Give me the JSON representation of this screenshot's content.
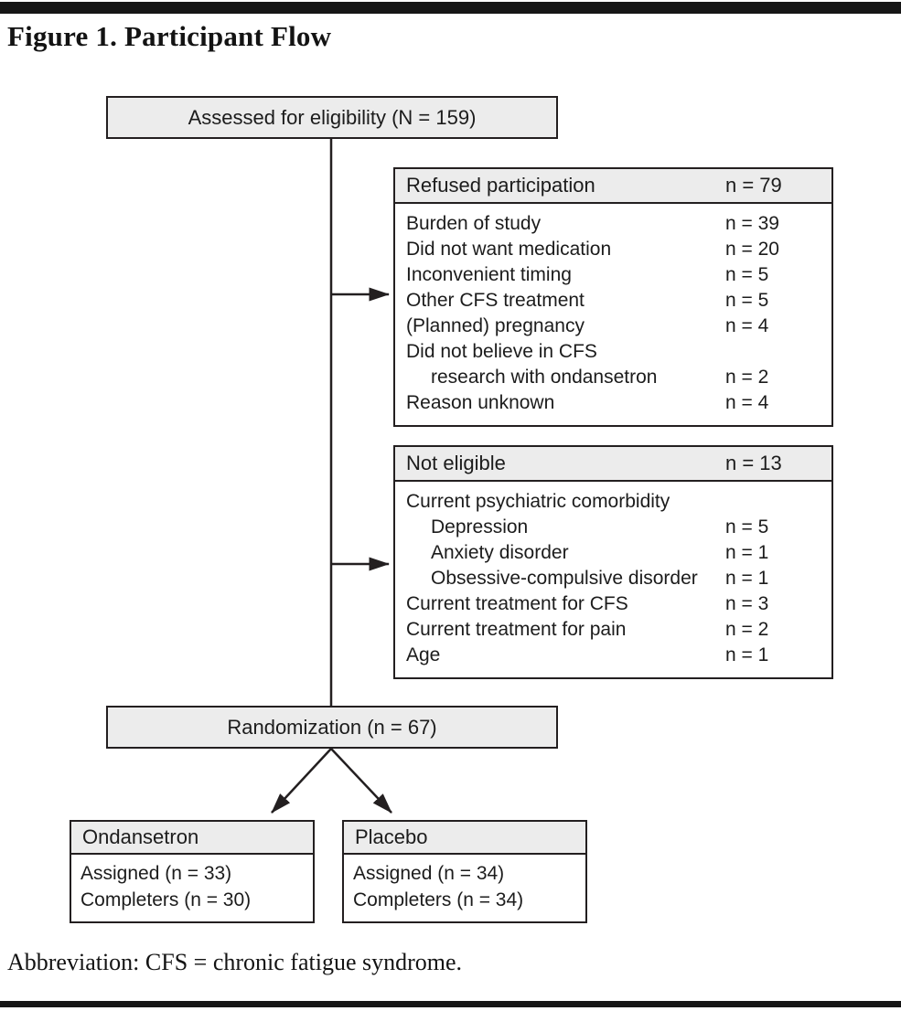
{
  "figure": {
    "title": "Figure 1. Participant Flow",
    "abbreviation": "Abbreviation: CFS = chronic fatigue syndrome."
  },
  "colors": {
    "box_fill": "#ececec",
    "line": "#231f20"
  },
  "flow": {
    "assessed": {
      "label": "Assessed for eligibility (N = 159)"
    },
    "refused": {
      "title": "Refused participation",
      "count": "n = 79",
      "items": [
        {
          "label": "Burden of study",
          "count": "n = 39"
        },
        {
          "label": "Did not want medication",
          "count": "n = 20"
        },
        {
          "label": "Inconvenient timing",
          "count": "n = 5"
        },
        {
          "label": "Other CFS treatment",
          "count": "n = 5"
        },
        {
          "label": "(Planned) pregnancy",
          "count": "n = 4"
        },
        {
          "label": "Did not believe in CFS",
          "count": ""
        },
        {
          "label": "research with ondansetron",
          "count": "n = 2"
        },
        {
          "label": "Reason unknown",
          "count": "n = 4"
        }
      ]
    },
    "not_eligible": {
      "title": "Not eligible",
      "count": "n = 13",
      "items": [
        {
          "label": "Current psychiatric comorbidity",
          "count": ""
        },
        {
          "label": "Depression",
          "count": "n = 5"
        },
        {
          "label": "Anxiety disorder",
          "count": "n = 1"
        },
        {
          "label": "Obsessive-compulsive disorder",
          "count": "n = 1"
        },
        {
          "label": "Current treatment for CFS",
          "count": "n = 3"
        },
        {
          "label": "Current treatment for pain",
          "count": "n = 2"
        },
        {
          "label": "Age",
          "count": "n = 1"
        }
      ]
    },
    "randomization": {
      "label": "Randomization (n = 67)"
    },
    "arms": [
      {
        "title": "Ondansetron",
        "line1": "Assigned (n = 33)",
        "line2": "Completers (n = 30)"
      },
      {
        "title": "Placebo",
        "line1": "Assigned (n = 34)",
        "line2": "Completers (n = 34)"
      }
    ]
  }
}
